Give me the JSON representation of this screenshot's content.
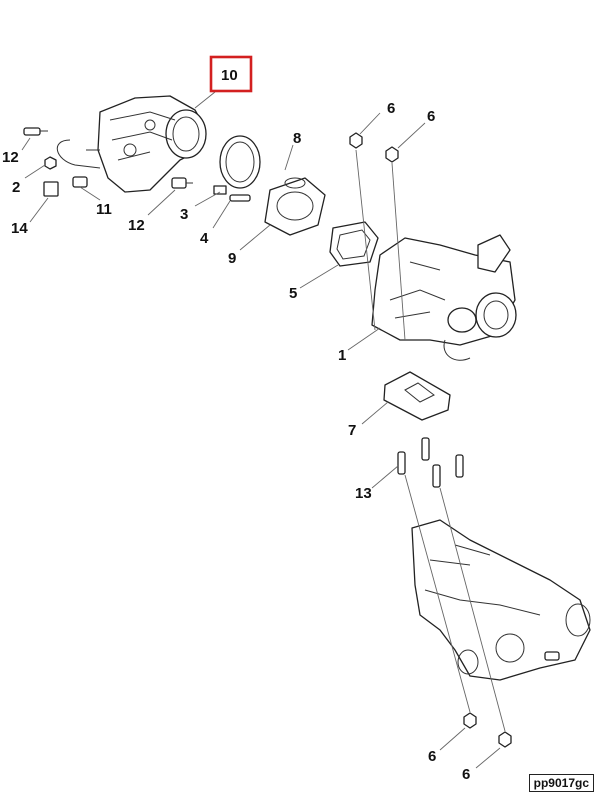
{
  "callouts": {
    "c1": "1",
    "c2": "2",
    "c3": "3",
    "c4": "4",
    "c5": "5",
    "c6a": "6",
    "c6b": "6",
    "c6c": "6",
    "c6d": "6",
    "c7": "7",
    "c8": "8",
    "c9": "9",
    "c10": "10",
    "c11": "11",
    "c12a": "12",
    "c12b": "12",
    "c13": "13",
    "c14": "14"
  },
  "highlighted_callout": "10",
  "colors": {
    "highlight": "#d32020",
    "line": "#222222"
  },
  "reference_code": "pp9017gc"
}
